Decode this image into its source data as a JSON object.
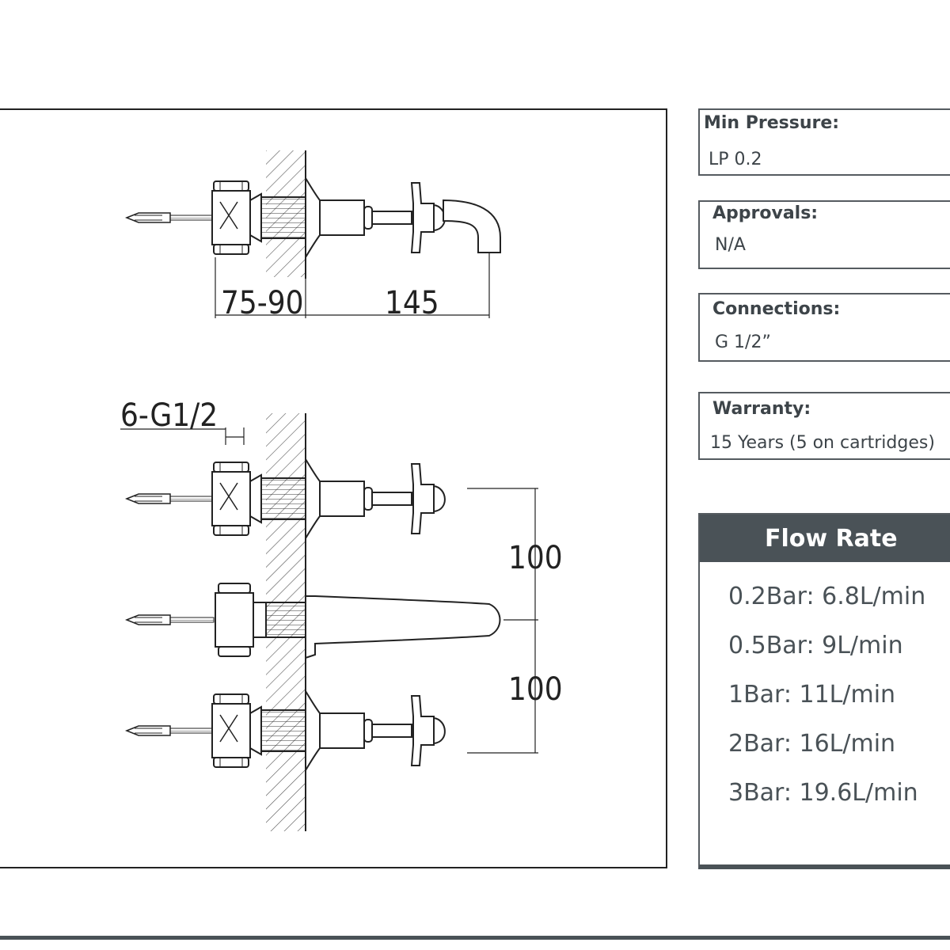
{
  "drawing": {
    "dim_wall_depth": "75-90",
    "dim_spout_reach": "145",
    "dim_thread": "6-G1/2",
    "dim_spacing_upper": "100",
    "dim_spacing_lower": "100"
  },
  "specs": {
    "min_pressure": {
      "label": "Min Pressure:",
      "value": "LP 0.2"
    },
    "approvals": {
      "label": "Approvals:",
      "value": "N/A"
    },
    "connections": {
      "label": "Connections:",
      "value": "G 1/2”"
    },
    "warranty": {
      "label": "Warranty:",
      "value": "15 Years (5 on cartridges)"
    }
  },
  "flow_rate": {
    "title": "Flow Rate",
    "rows": [
      "0.2Bar: 6.8L/min",
      "0.5Bar: 9L/min",
      "1Bar: 11L/min",
      "2Bar: 16L/min",
      "3Bar: 19.6L/min"
    ]
  },
  "colors": {
    "panel_header": "#4a5257",
    "border": "#555b60",
    "line": "#222222"
  }
}
